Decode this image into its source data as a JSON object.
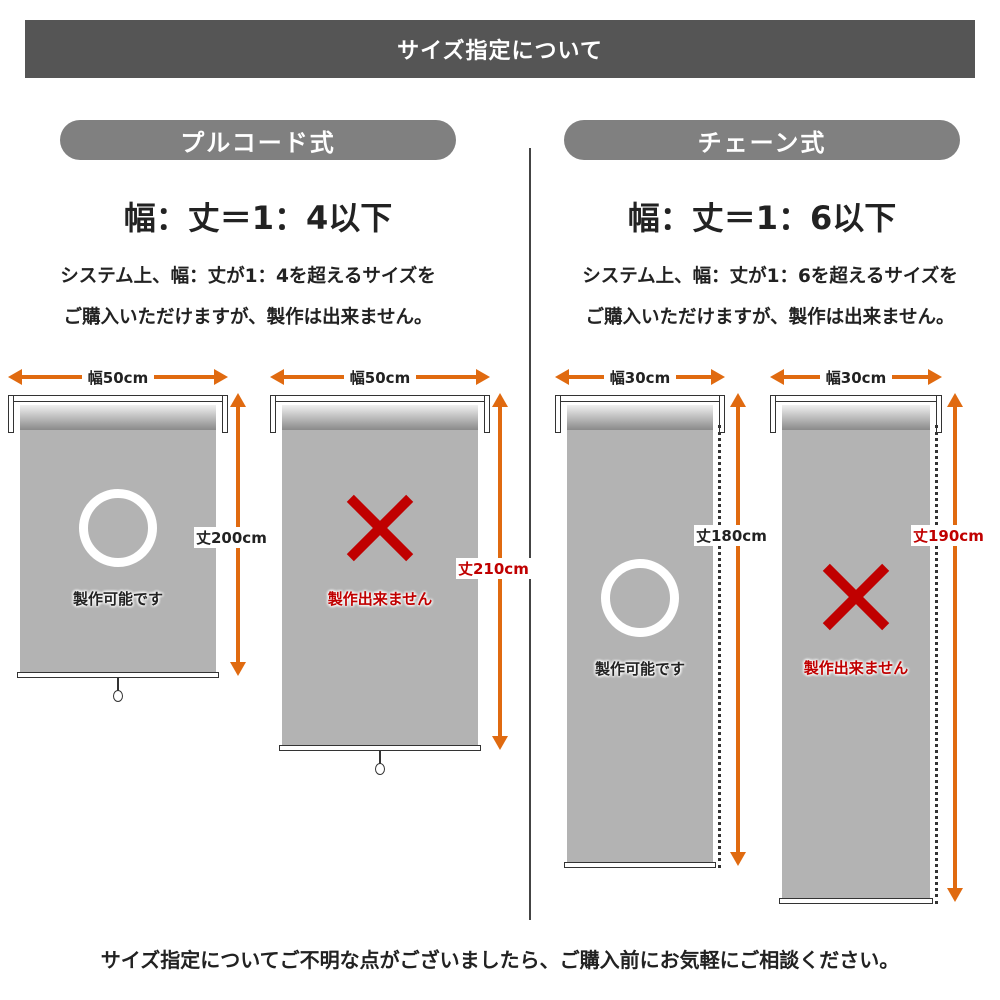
{
  "header": {
    "title": "サイズ指定について"
  },
  "pullcord": {
    "title": "プルコード式",
    "ratio": "幅：丈＝1：4以下",
    "desc_line1": "システム上、幅：丈が1：4を超えるサイズを",
    "desc_line2": "ご購入いただけますが、製作は出来ません。",
    "ok": {
      "width": "幅50cm",
      "height": "丈200cm",
      "status": "製作可能です"
    },
    "ng": {
      "width": "幅50cm",
      "height": "丈210cm",
      "status": "製作出来ません"
    }
  },
  "chain": {
    "title": "チェーン式",
    "ratio": "幅：丈＝1：6以下",
    "desc_line1": "システム上、幅：丈が1：6を超えるサイズを",
    "desc_line2": "ご購入いただけますが、製作は出来ません。",
    "ok": {
      "width": "幅30cm",
      "height": "丈180cm",
      "status": "製作可能です"
    },
    "ng": {
      "width": "幅30cm",
      "height": "丈190cm",
      "status": "製作出来ません"
    }
  },
  "footer": "サイズ指定についてご不明な点がございましたら、ご購入前にお気軽にご相談ください。",
  "colors": {
    "arrow": "#e06a10",
    "ng": "#c00000",
    "header": "#555555"
  }
}
